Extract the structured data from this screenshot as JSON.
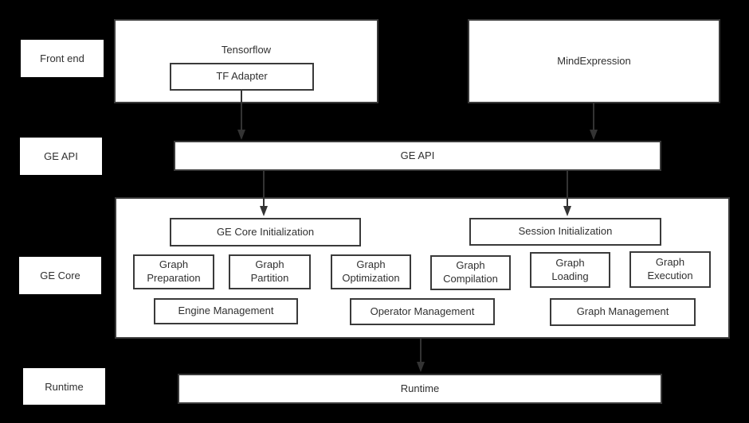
{
  "colors": {
    "background": "#000000",
    "box_fill": "#ffffff",
    "box_border": "#3a3a3a",
    "text": "#303030",
    "arrow": "#333333"
  },
  "side_labels": {
    "front_end": "Front end",
    "ge_api": "GE API",
    "ge_core": "GE Core",
    "runtime": "Runtime"
  },
  "front_end_layer": {
    "tensorflow": {
      "label": "Tensorflow",
      "tf_adapter": "TF Adapter"
    },
    "mindexpression": {
      "label": "MindExpression"
    }
  },
  "ge_api_layer": {
    "label": "GE API"
  },
  "ge_core_layer": {
    "ge_core_initialization": "GE Core Initialization",
    "session_initialization": "Session Initialization",
    "stages": [
      "Graph Preparation",
      "Graph Partition",
      "Graph Optimization",
      "Graph Compilation",
      "Graph Loading",
      "Graph Execution"
    ],
    "management": [
      "Engine Management",
      "Operator Management",
      "Graph Management"
    ]
  },
  "runtime_layer": {
    "label": "Runtime"
  }
}
